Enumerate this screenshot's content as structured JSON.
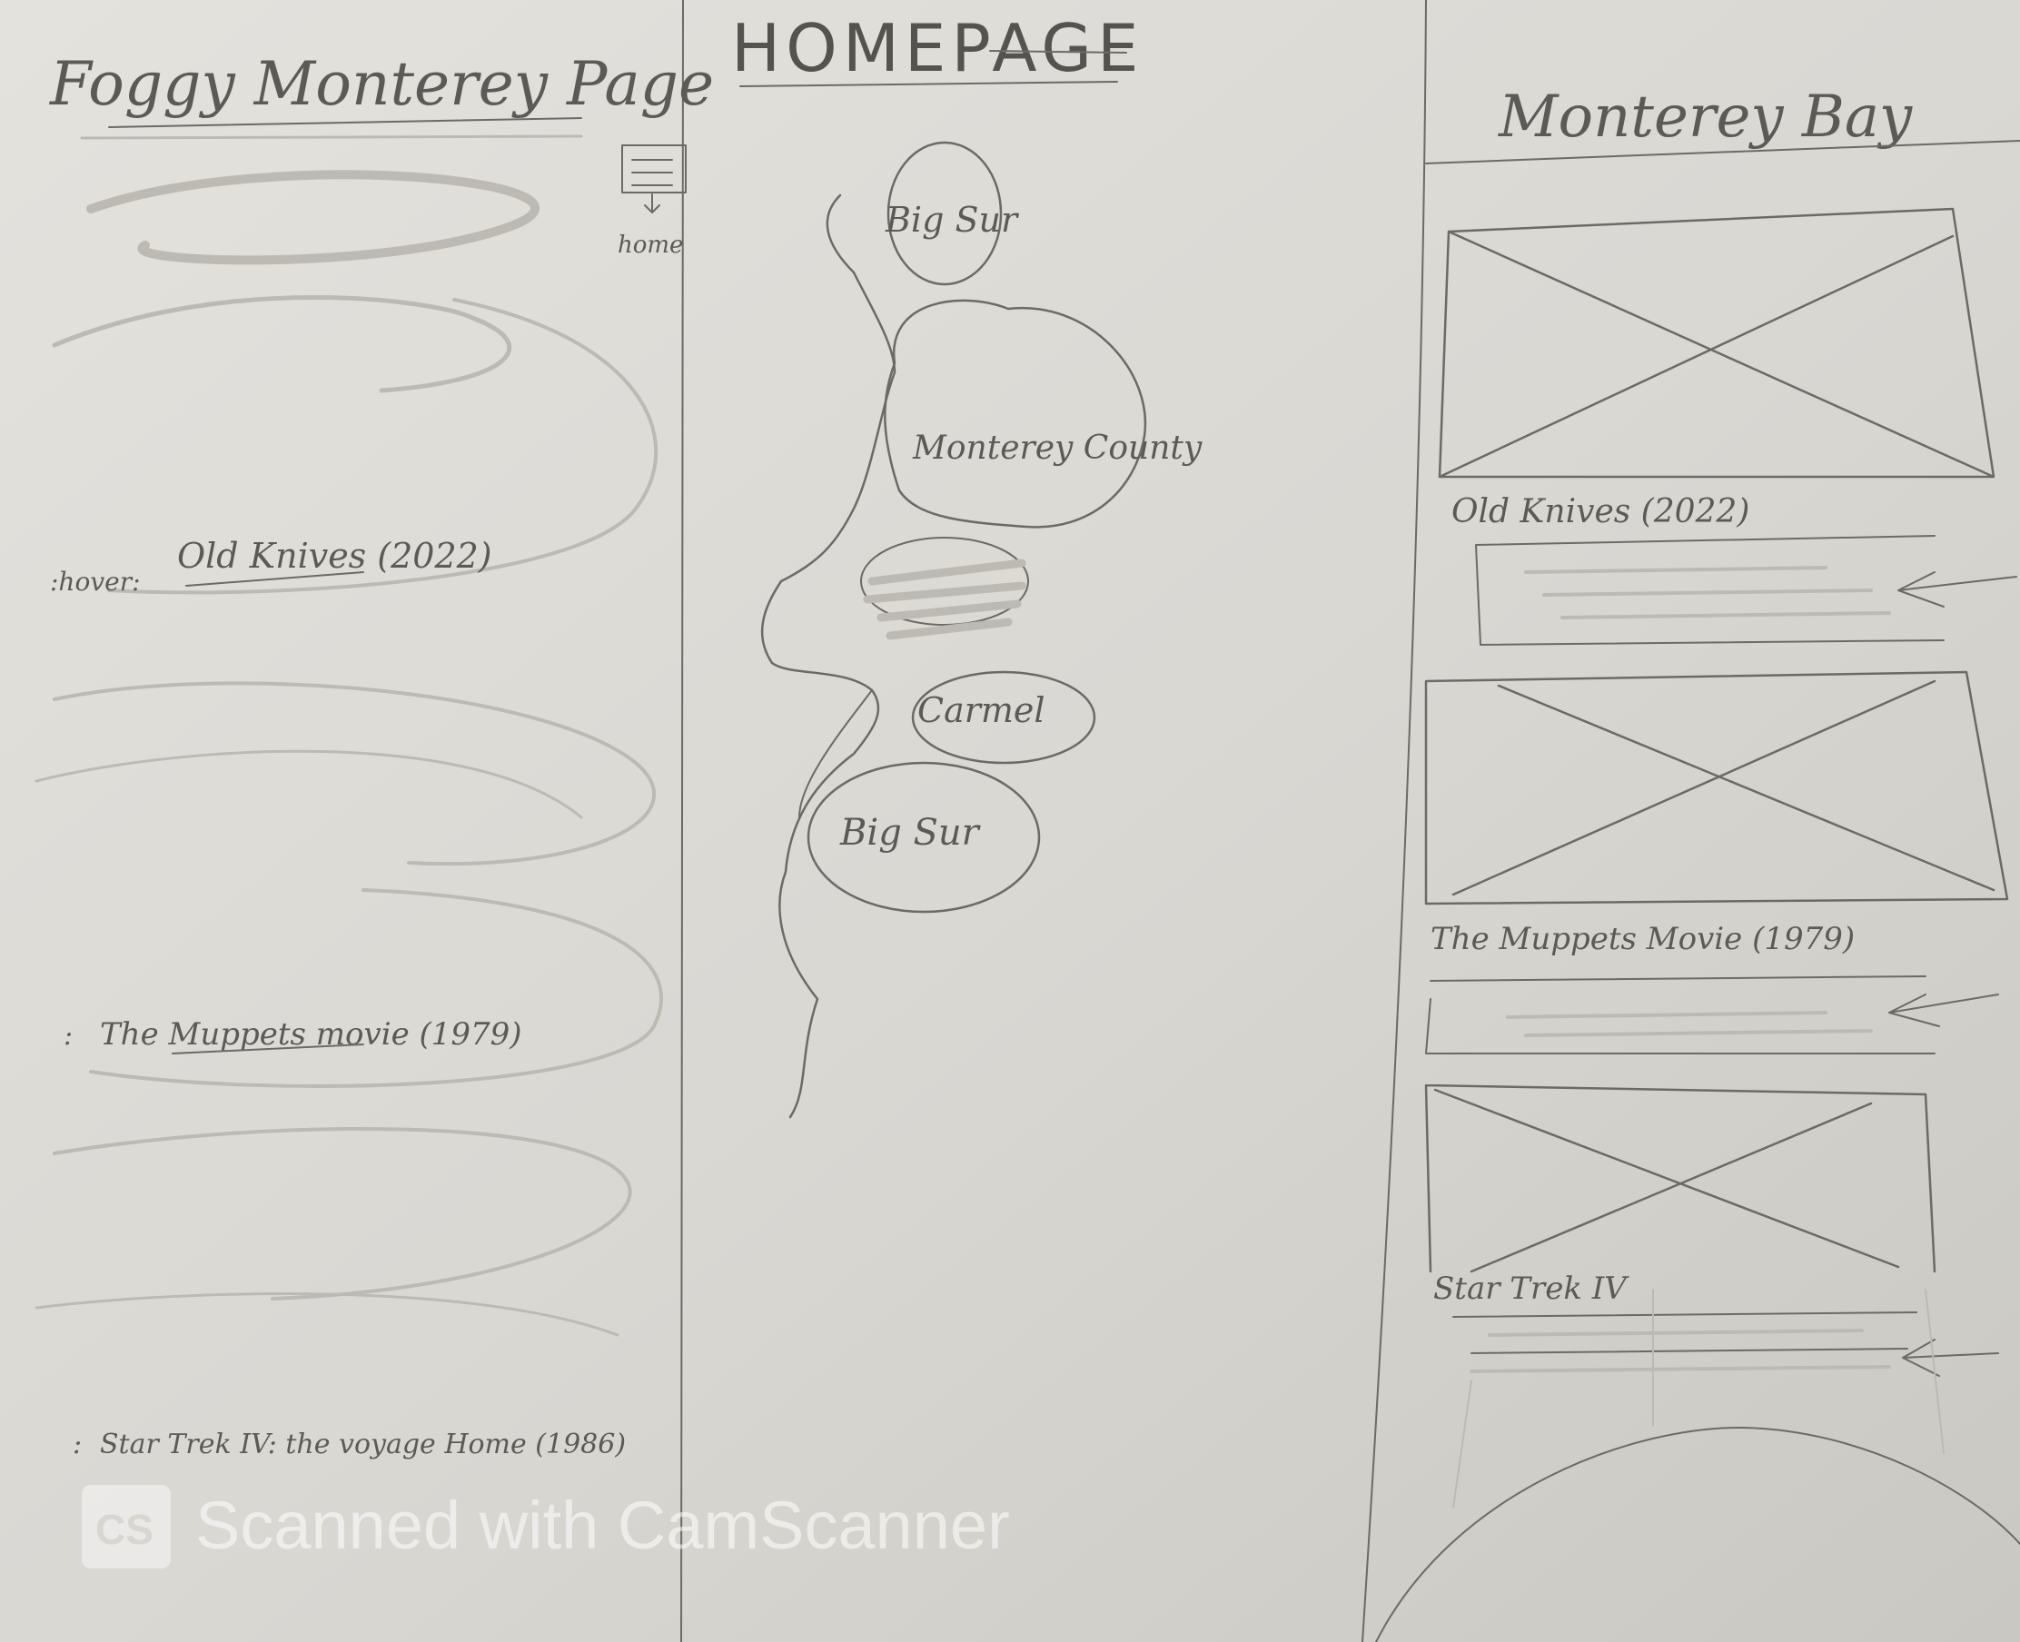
{
  "sketch": {
    "left_panel": {
      "title": "Foggy Monterey Page",
      "menu_label": "home",
      "items": [
        {
          "prefix": ":hover:",
          "text": "Old Knives (2022)"
        },
        {
          "prefix": ":",
          "text": "The Muppets movie (1979)"
        },
        {
          "prefix": ":",
          "text": "Star Trek IV: the voyage Home (1986)"
        }
      ]
    },
    "center_panel": {
      "title": "HOMEPAGE",
      "regions": [
        {
          "label": "Big Sur"
        },
        {
          "label": "Monterey County"
        },
        {
          "label": "Carmel"
        },
        {
          "label": "Big Sur"
        }
      ]
    },
    "right_panel": {
      "title": "Monterey Bay",
      "cards": [
        {
          "caption": "Old Knives (2022)",
          "arrow_icon": "left-arrow-icon"
        },
        {
          "caption": "The Muppets Movie (1979)",
          "arrow_icon": "left-arrow-icon"
        },
        {
          "caption": "Star Trek IV",
          "arrow_icon": "left-arrow-icon"
        }
      ]
    }
  },
  "watermark": {
    "badge": "CS",
    "text": "Scanned with CamScanner"
  },
  "colors": {
    "paper": "#d8d6d1",
    "pencil": "#6c6a66",
    "watermark": "#ffffff"
  }
}
